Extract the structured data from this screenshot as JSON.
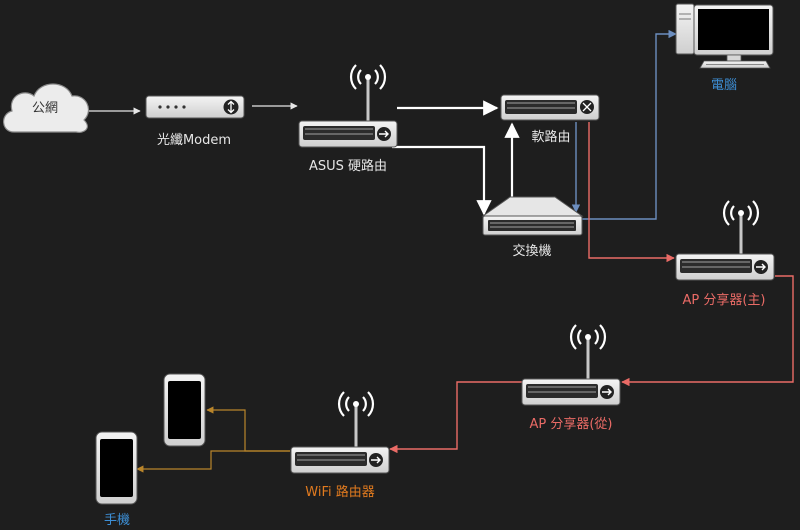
{
  "nodes": {
    "internet": {
      "label": "公網",
      "icon": "cloud-icon"
    },
    "modem": {
      "label": "光纖Modem",
      "icon": "modem-icon"
    },
    "asus": {
      "label": "ASUS 硬路由",
      "icon": "wifi-router-icon"
    },
    "soft": {
      "label": "軟路由",
      "icon": "router-icon"
    },
    "switch": {
      "label": "交換機",
      "icon": "switch-icon"
    },
    "pc": {
      "label": "電腦",
      "icon": "desktop-computer-icon"
    },
    "ap_main": {
      "label": "AP 分享器(主)",
      "icon": "wifi-router-icon"
    },
    "ap_slave": {
      "label": "AP 分享器(從)",
      "icon": "wifi-router-icon"
    },
    "wifi": {
      "label": "WiFi 路由器",
      "icon": "wifi-router-icon"
    },
    "phone": {
      "label": "手機",
      "icon": "smartphone-icon"
    }
  },
  "colors": {
    "background": "#1e1e1e",
    "white": "#ffffff",
    "lightgray": "#e6e6e6",
    "blue": "#6c8ebf",
    "label_blue": "#3d8fd6",
    "red": "#ea6b66",
    "orange": "#b9852b",
    "label_orange": "#e07a1f"
  }
}
